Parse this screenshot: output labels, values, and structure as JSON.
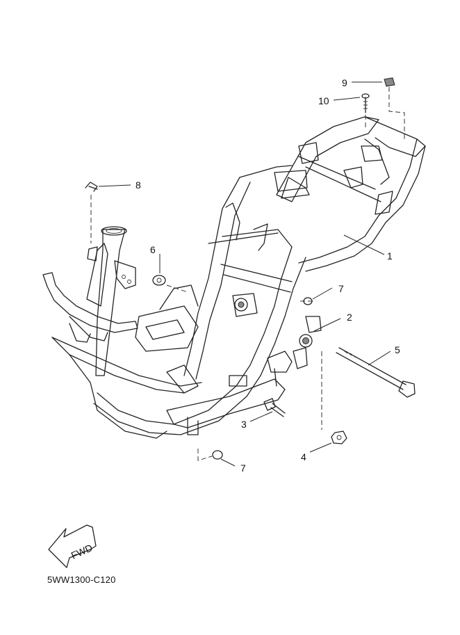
{
  "diagram": {
    "callouts": [
      {
        "id": "1",
        "label": "1"
      },
      {
        "id": "2",
        "label": "2"
      },
      {
        "id": "3",
        "label": "3"
      },
      {
        "id": "4",
        "label": "4"
      },
      {
        "id": "5",
        "label": "5"
      },
      {
        "id": "6",
        "label": "6"
      },
      {
        "id": "7a",
        "label": "7"
      },
      {
        "id": "7b",
        "label": "7"
      },
      {
        "id": "8",
        "label": "8"
      },
      {
        "id": "9",
        "label": "9"
      },
      {
        "id": "10",
        "label": "10"
      }
    ],
    "fwd_label": "FWD",
    "reference_code": "5WW1300-C120"
  }
}
